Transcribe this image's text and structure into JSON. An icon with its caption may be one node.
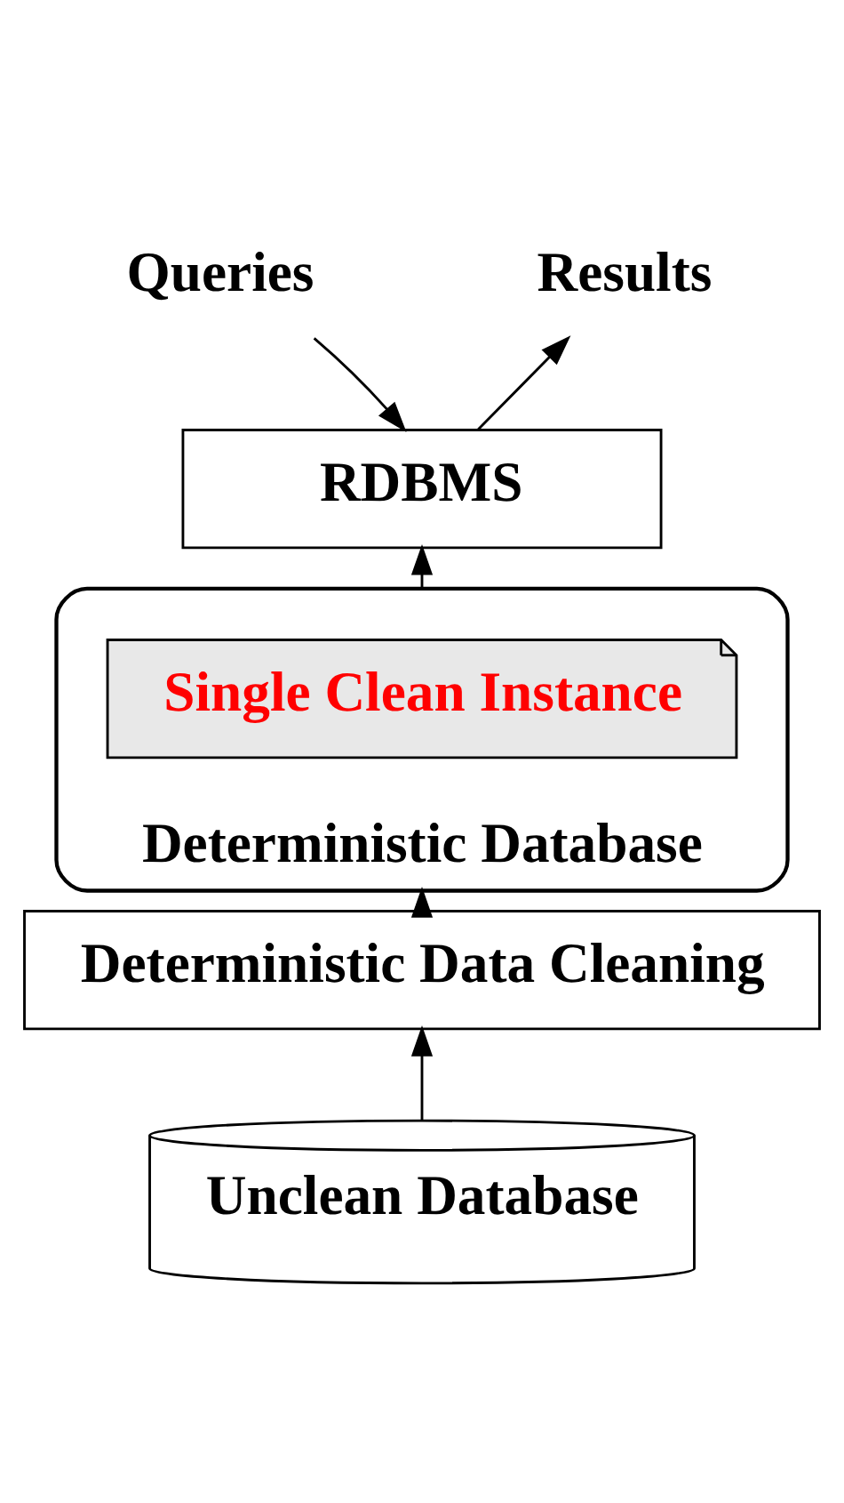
{
  "diagram": {
    "nodes": [
      {
        "text": [
          "Queries"
        ]
      },
      {
        "text": [
          "Results"
        ]
      },
      {
        "text": [
          "RDBMS"
        ]
      },
      {
        "text": [
          "Deterministic Database"
        ]
      },
      {
        "text": [
          "Single Clean Instance"
        ],
        "in": 3
      },
      {
        "text": [
          "Deterministic Data Cleaning"
        ]
      },
      {
        "text": [
          "Unclean Database"
        ]
      }
    ],
    "edges": [
      {
        "from": 0,
        "to": 2,
        "arrow": "to"
      },
      {
        "from": 2,
        "to": 1,
        "arrow": "to"
      },
      {
        "from": 3,
        "to": 2,
        "arrow": "to"
      },
      {
        "from": 5,
        "to": 3,
        "arrow": "to"
      },
      {
        "from": 6,
        "to": 5,
        "arrow": "to"
      }
    ]
  }
}
